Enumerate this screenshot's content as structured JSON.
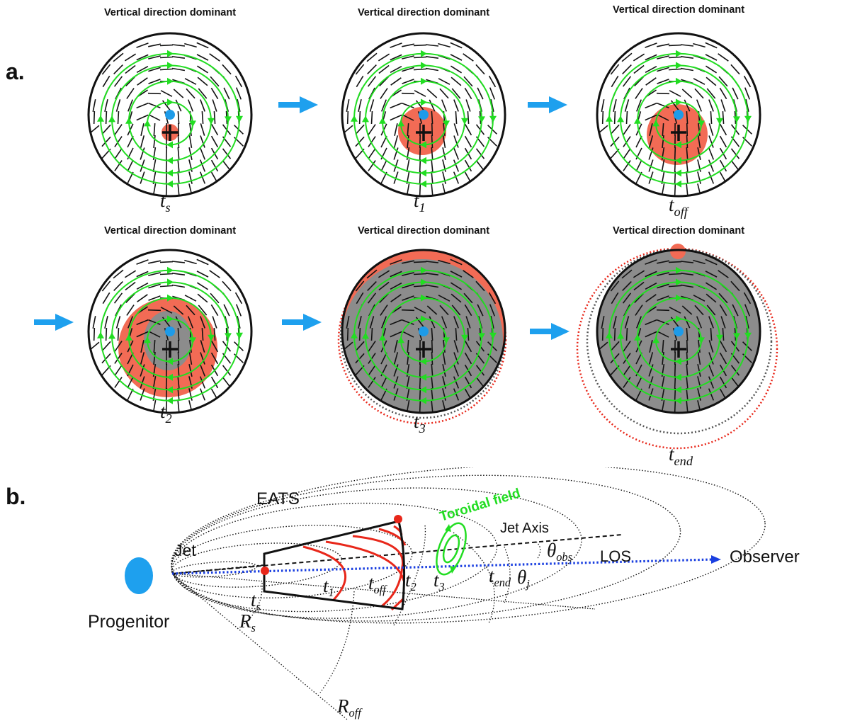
{
  "panel_a": {
    "label": "a.",
    "panels": [
      {
        "id": "ts",
        "title": "Vertical direction dominant",
        "time": {
          "base": "t",
          "sub": "s"
        },
        "stage": 0
      },
      {
        "id": "t1",
        "title": "Vertical direction dominant",
        "time": {
          "base": "t",
          "sub": "1"
        },
        "stage": 1
      },
      {
        "id": "toff",
        "title": "Vertical direction dominant",
        "time": {
          "base": "t",
          "sub": "off"
        },
        "stage": 2
      },
      {
        "id": "t2",
        "title": "Vertical direction dominant",
        "time": {
          "base": "t",
          "sub": "2"
        },
        "stage": 3
      },
      {
        "id": "t3",
        "title": "Vertical direction dominant",
        "time": {
          "base": "t",
          "sub": "3"
        },
        "stage": 4
      },
      {
        "id": "tend",
        "title": "Vertical direction dominant",
        "time": {
          "base": "t",
          "sub": "end"
        },
        "stage": 5
      }
    ]
  },
  "panel_b": {
    "label": "b.",
    "eats": "EATS",
    "jet": "Jet",
    "progenitor": "Progenitor",
    "toroidal_field": "Toroidal field",
    "jet_axis": "Jet Axis",
    "los": "LOS",
    "observer": "Observer",
    "times": [
      {
        "base": "t",
        "sub": "s"
      },
      {
        "base": "t",
        "sub": "1"
      },
      {
        "base": "t",
        "sub": "off"
      },
      {
        "base": "t",
        "sub": "2"
      },
      {
        "base": "t",
        "sub": "3"
      },
      {
        "base": "t",
        "sub": "end"
      }
    ],
    "radii": [
      {
        "base": "R",
        "sub": "s"
      },
      {
        "base": "R",
        "sub": "off"
      }
    ],
    "angles": [
      {
        "base": "θ",
        "sub": "obs"
      },
      {
        "base": "θ",
        "sub": "j"
      }
    ]
  },
  "colors": {
    "field_lines": "#22dd22",
    "emission": "#f26b55",
    "shaded": "#8c8c8c",
    "center_dot": "#1e9be8",
    "arrow": "#1ea0ee",
    "los": "#1a3fe0",
    "eats_red": "#e8271a",
    "ring_red": "#e8271a",
    "ring_grey": "#555555"
  }
}
